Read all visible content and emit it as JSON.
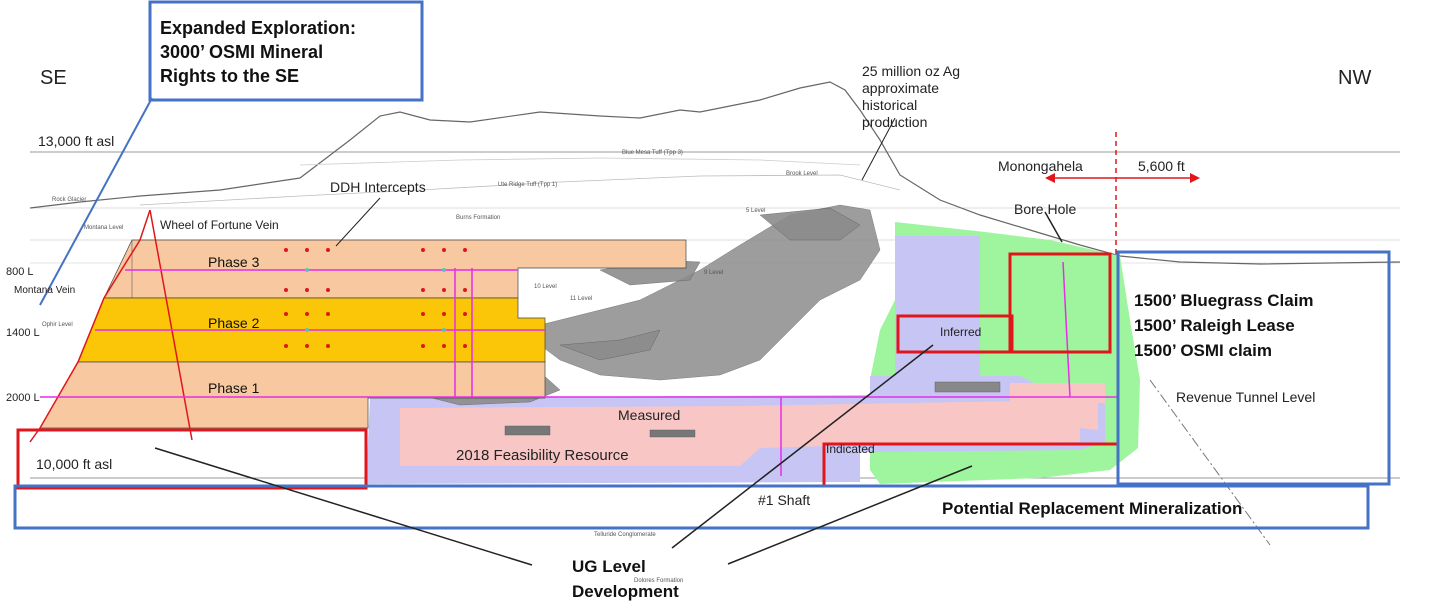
{
  "directions": {
    "left": "SE",
    "right": "NW"
  },
  "callouts": {
    "exploration": [
      "Expanded Exploration:",
      "3000’ OSMI Mineral",
      "Rights to the SE"
    ],
    "production": [
      "25 million oz Ag",
      "approximate",
      "historical",
      "production"
    ],
    "claims": [
      "1500’ Bluegrass Claim",
      "1500’ Raleigh Lease",
      "1500’ OSMI claim"
    ],
    "replacement": "Potential Replacement Mineralization",
    "ug_dev": [
      "UG Level",
      "Development"
    ]
  },
  "elevations": {
    "top": "13,000 ft asl",
    "bottom": "10,000 ft asl"
  },
  "levels": {
    "l800": "800 L",
    "l1400": "1400 L",
    "l2000": "2000 L"
  },
  "veins": {
    "montana": "Montana Vein",
    "wof": "Wheel of Fortune Vein"
  },
  "labels": {
    "ddh": "DDH Intercepts",
    "phase3": "Phase 3",
    "phase2": "Phase 2",
    "phase1": "Phase 1",
    "measured": "Measured",
    "feasibility": "2018 Feasibility Resource",
    "indicated": "Indicated",
    "inferred": "Inferred",
    "shaft": "#1 Shaft",
    "monongahela": "Monongahela",
    "distance": "5,600 ft",
    "borehole": "Bore Hole",
    "revenue": "Revenue Tunnel Level"
  },
  "formations": {
    "blue_mesa": "Blue Mesa Tuff (Tpp 3)",
    "ute_ridge": "Ute Ridge Tuff (Tpp 1)",
    "burns": "Burns Formation",
    "rock_glacier": "Rock Glacier",
    "montana_level": "Montana Level",
    "ophir_level": "Ophir Level",
    "telluride": "Telluride Conglomerate",
    "dolores": "Dolores Formation",
    "brook_level": "Brook Level",
    "level5": "5 Level",
    "level9": "9 Level",
    "level10": "10 Level",
    "level11": "11 Level"
  },
  "colors": {
    "phase_light": "#f8c9a0",
    "phase_gold": "#fbc607",
    "measured": "#f9c6c6",
    "indicated": "#c7c5f3",
    "inferred": "#9ef59e",
    "red": "#e0161b",
    "magenta": "#e62ee6",
    "blue_box": "#4472c4"
  }
}
